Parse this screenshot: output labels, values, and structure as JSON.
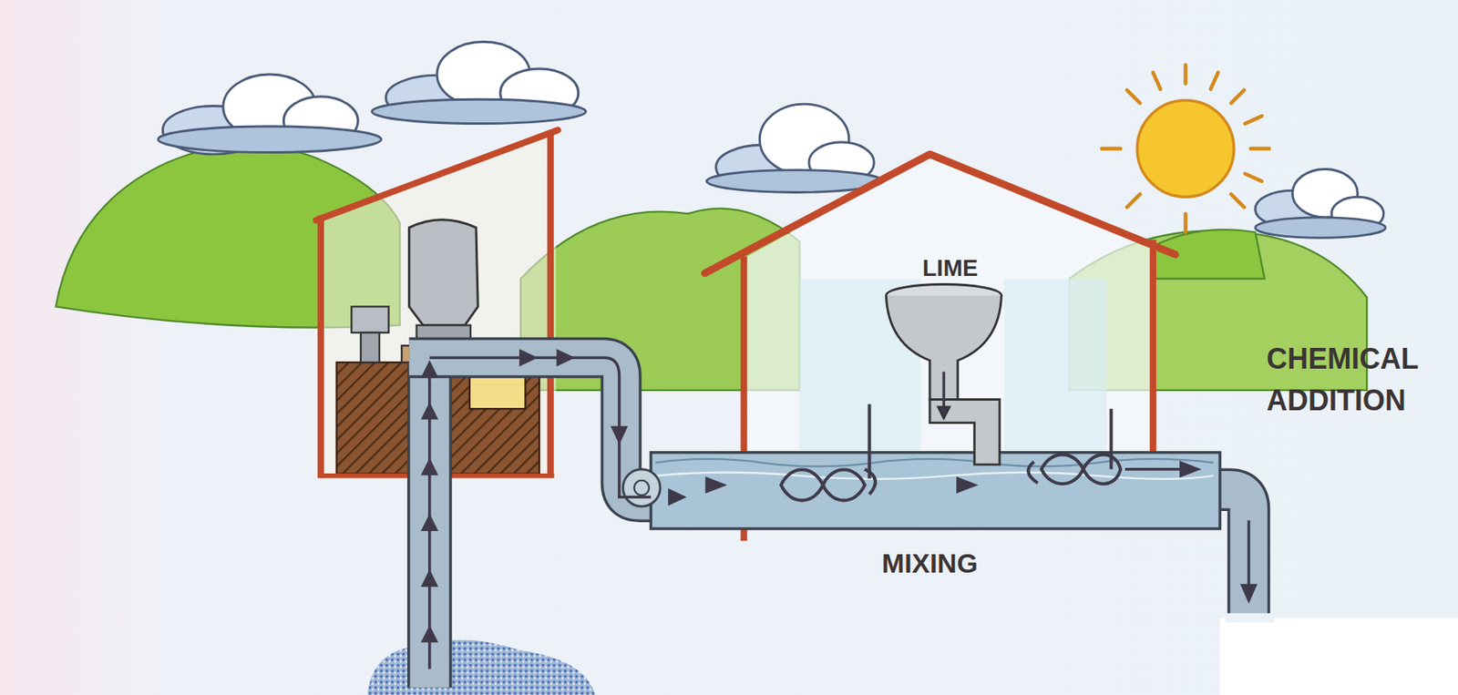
{
  "diagram": {
    "labels": [
      "LIME",
      "MIXING",
      "CHEMICAL ADDITION"
    ]
  }
}
